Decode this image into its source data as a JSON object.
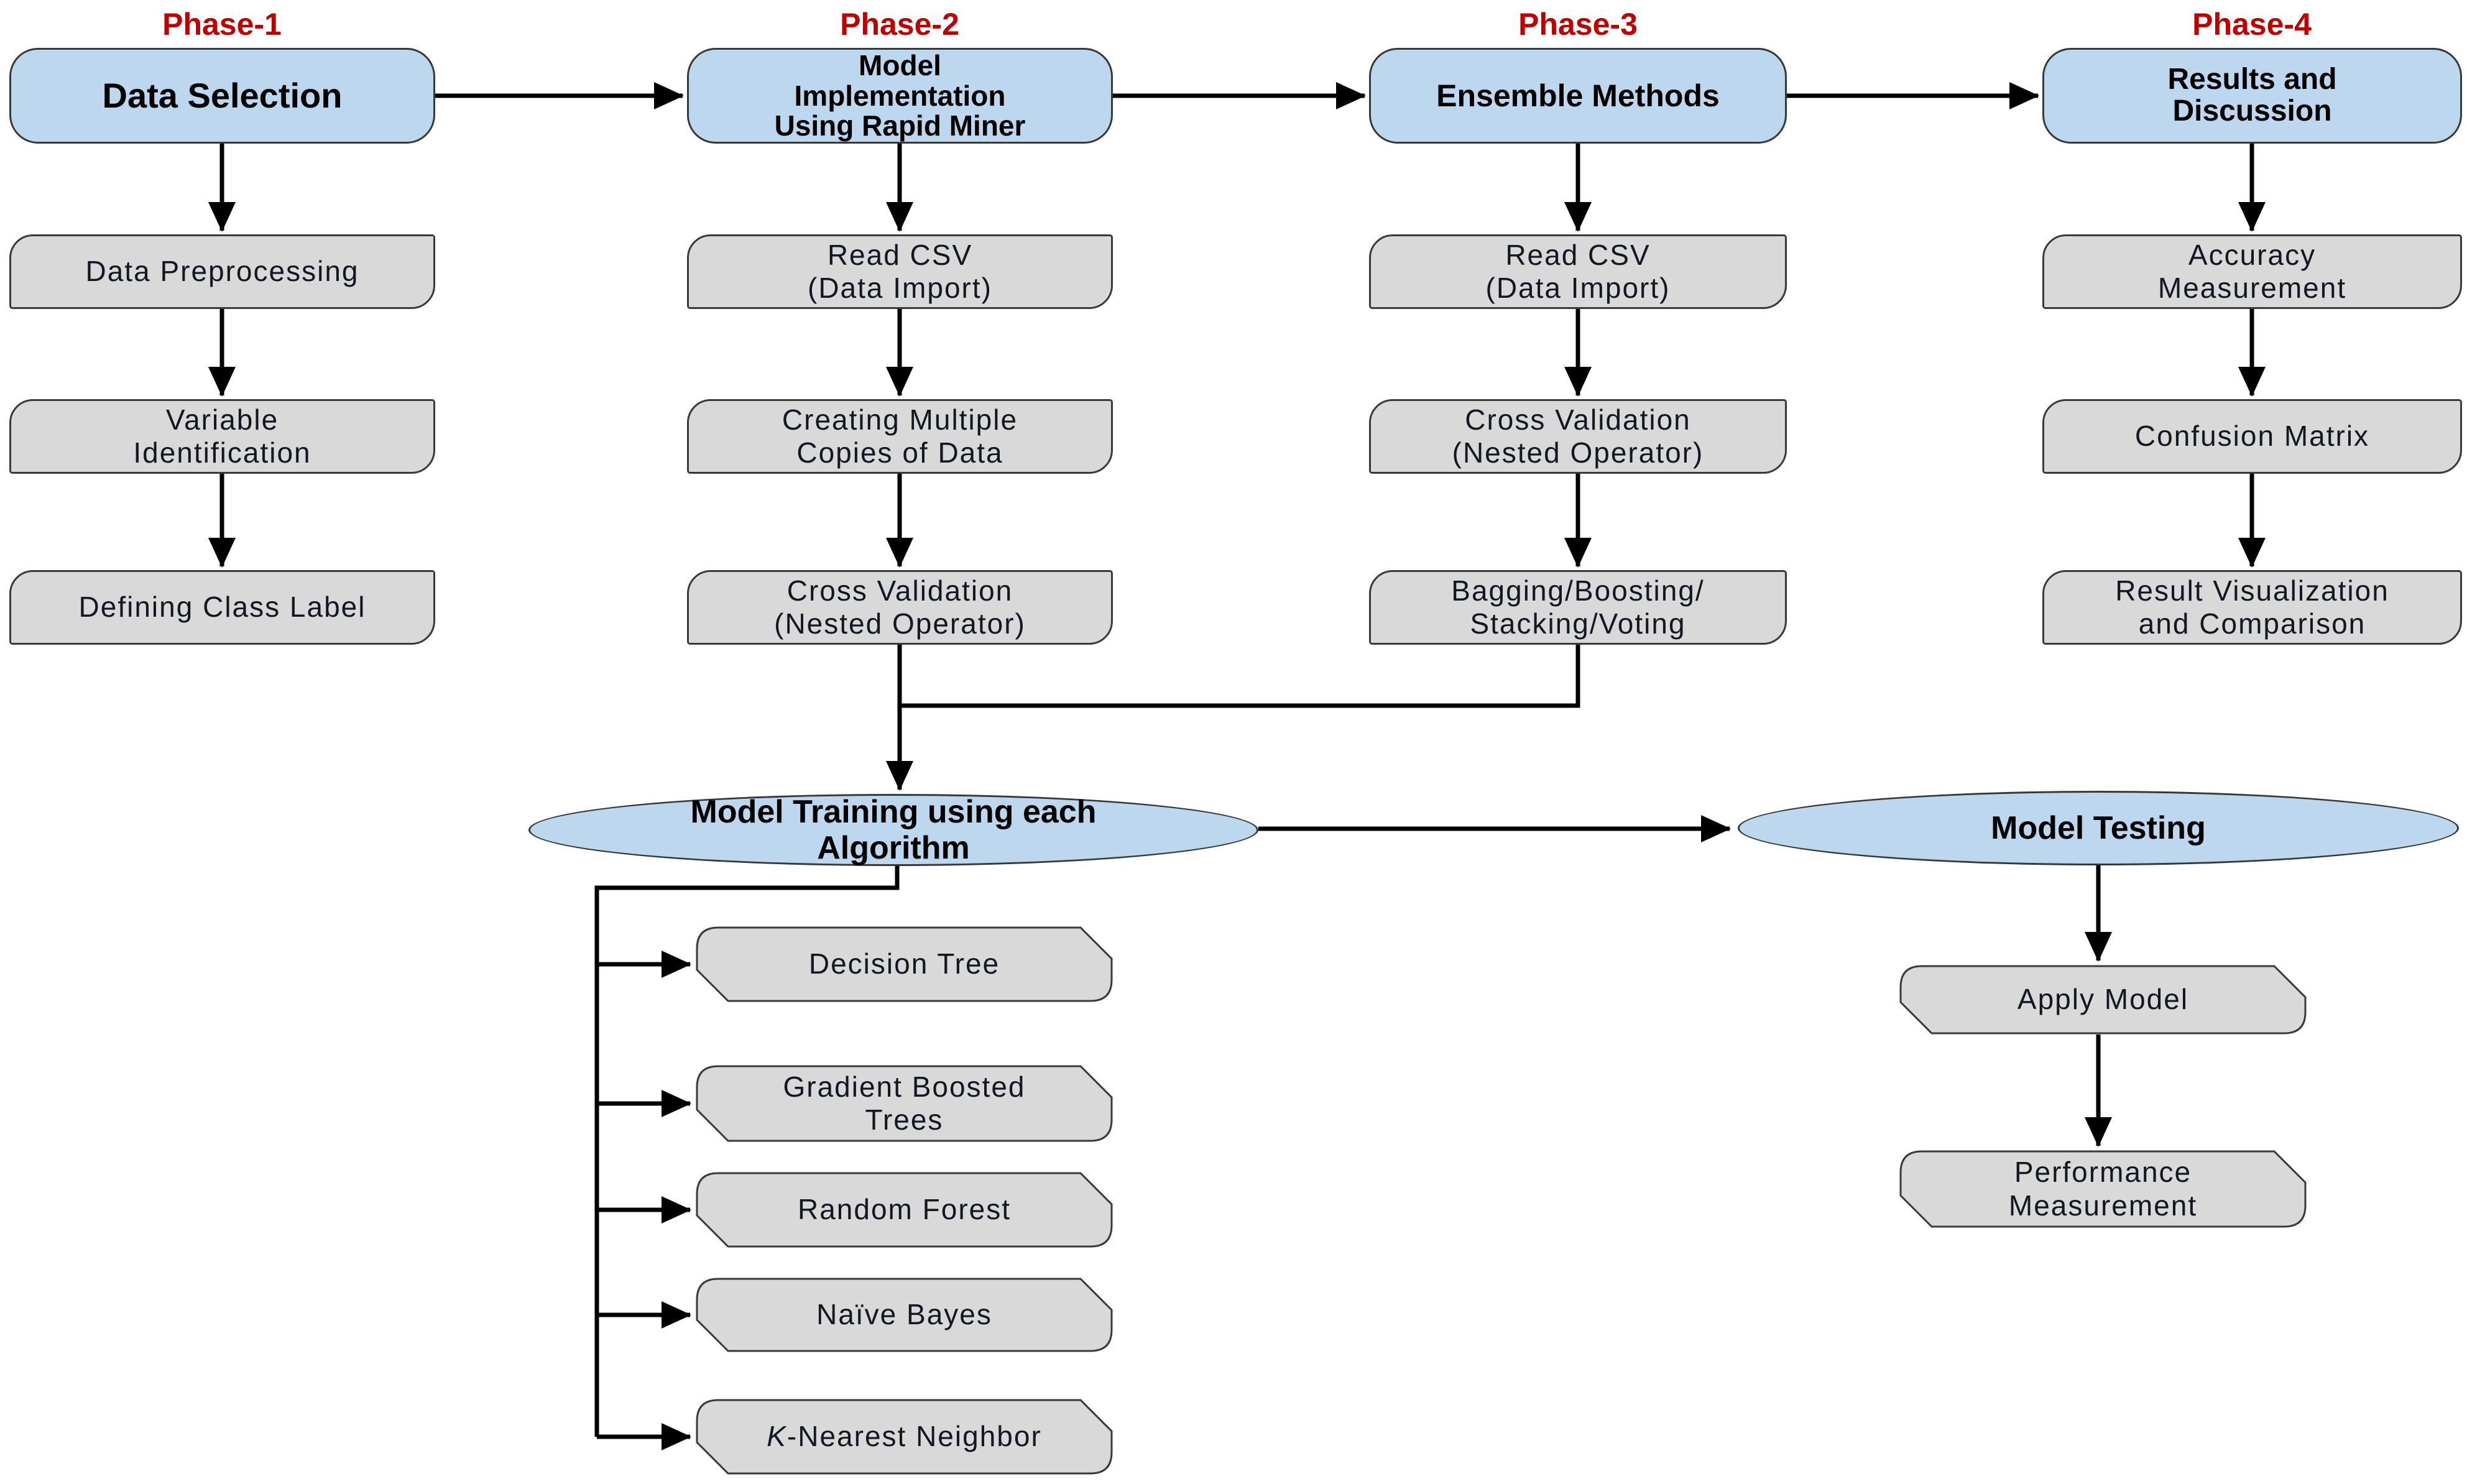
{
  "diagram": {
    "type": "flowchart",
    "title": "Machine learning methodology flow (4 phases)",
    "background": "#ffffff"
  },
  "colors": {
    "phase_red": "#C00000",
    "blue_fill": "#BDD7EE",
    "grey_fill": "#D9D9D9",
    "border": "#3a3a3a",
    "line": "#000000"
  },
  "phases": {
    "p1": "Phase-1",
    "p2": "Phase-2",
    "p3": "Phase-3",
    "p4": "Phase-4"
  },
  "labels": {
    "c1_header": "Data Selection",
    "c2_header": "Model\nImplementation\nUsing Rapid Miner",
    "c3_header": "Ensemble Methods",
    "c4_header": "Results and\nDiscussion",
    "c1r2": "Data Preprocessing",
    "c1r3": "Variable\nIdentification",
    "c1r4": "Defining Class Label",
    "c2r2": "Read CSV\n(Data Import)",
    "c2r3": "Creating Multiple\nCopies of Data",
    "c2r4": "Cross Validation\n(Nested Operator)",
    "c3r2": "Read CSV\n(Data Import)",
    "c3r3": "Cross Validation\n(Nested Operator)",
    "c3r4": "Bagging/Boosting/\nStacking/Voting",
    "c4r2": "Accuracy\nMeasurement",
    "c4r3": "Confusion Matrix",
    "c4r4": "Result Visualization\nand Comparison",
    "ellipse_training": "Model Training using each\nAlgorithm",
    "ellipse_testing": "Model Testing",
    "algo1": "Decision Tree",
    "algo2": "Gradient Boosted\nTrees",
    "algo3": "Random Forest",
    "algo4": "Naïve Bayes",
    "algo5_html": "<i>K</i>-Nearest Neighbor",
    "apply_model": "Apply Model",
    "performance": "Performance\nMeasurement"
  }
}
